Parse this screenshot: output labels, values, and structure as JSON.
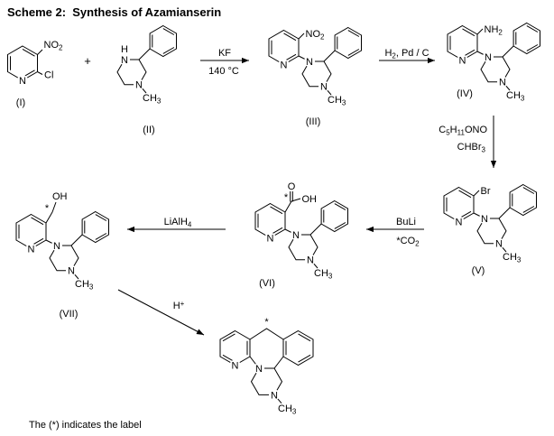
{
  "title": "Scheme 2:  Synthesis of Azamianserin",
  "footer_note": "The (*) indicates the label",
  "operators": {
    "plus": "+"
  },
  "compound_labels": {
    "i": "(I)",
    "ii": "(II)",
    "iii": "(III)",
    "iv": "(IV)",
    "v": "(V)",
    "vi": "(VI)",
    "vii": "(VII)"
  },
  "atoms": {
    "n": "N",
    "h": "H",
    "o": "O",
    "oh": "OH",
    "cl": "Cl",
    "br": "Br",
    "star": "*",
    "no2_m": "NO",
    "no2_s": "2",
    "nh2_m": "NH",
    "nh2_s": "2",
    "ch3_m": "CH",
    "ch3_s": "3"
  },
  "reagents": {
    "kf": "KF",
    "temp": "140 °C",
    "h2_m": "H",
    "h2_s": "2",
    "pd": ", Pd / C",
    "nitrite_c": "C",
    "nitrite_c_s": "5",
    "nitrite_h": "H",
    "nitrite_h_s": "11",
    "nitrite_ono": "ONO",
    "chbr3_m": "CHBr",
    "chbr3_s": "3",
    "buli": "BuLi",
    "co2_star": "*",
    "co2_m": "CO",
    "co2_s": "2",
    "lialh4_m": "LiAlH",
    "lialh4_s": "4",
    "h_m": "H",
    "h_sup": "+"
  },
  "colors": {
    "ink": "#000000",
    "background": "#ffffff"
  }
}
